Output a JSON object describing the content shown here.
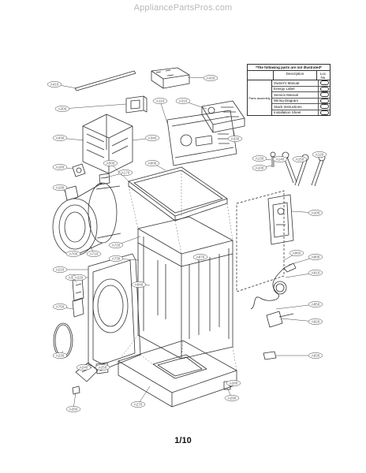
{
  "header": {
    "watermark": "AppliancePartsPros.com"
  },
  "footer": {
    "page_number": "1/10"
  },
  "legend": {
    "title": "*The following parts are not illustrated*",
    "col_description": "Description",
    "col_loc": "Loc. No.",
    "side_label": "Parts assembly",
    "rows": [
      "Owner's Manual",
      "Energy Label",
      "Service Manual",
      "Wiring Diagram",
      "Stack Instructions",
      "Installation Sheet"
    ]
  },
  "callouts": [
    {
      "id": "c1",
      "label": "A410"
    },
    {
      "id": "c2",
      "label": "A420"
    },
    {
      "id": "c3",
      "label": "A300"
    },
    {
      "id": "c4",
      "label": "A430"
    },
    {
      "id": "c5",
      "label": "A110"
    },
    {
      "id": "c6",
      "label": "A340"
    },
    {
      "id": "c7",
      "label": "A310"
    },
    {
      "id": "c8",
      "label": "A330"
    },
    {
      "id": "c9",
      "label": "A130"
    },
    {
      "id": "c10",
      "label": "A100"
    },
    {
      "id": "c11",
      "label": "A140"
    },
    {
      "id": "c12",
      "label": "A150"
    },
    {
      "id": "c13",
      "label": "A120"
    },
    {
      "id": "c14",
      "label": "A200"
    },
    {
      "id": "c15",
      "label": "A160"
    },
    {
      "id": "c16",
      "label": "A170"
    },
    {
      "id": "c17",
      "label": "A180"
    },
    {
      "id": "c18",
      "label": "A500"
    },
    {
      "id": "c19",
      "label": "A600"
    },
    {
      "id": "c20",
      "label": "A700"
    },
    {
      "id": "c21",
      "label": "A710"
    },
    {
      "id": "c22",
      "label": "A720"
    },
    {
      "id": "c23",
      "label": "A730"
    },
    {
      "id": "c24",
      "label": "A740"
    },
    {
      "id": "c25",
      "label": "A750"
    },
    {
      "id": "c26",
      "label": "A210"
    },
    {
      "id": "c27",
      "label": "A220"
    },
    {
      "id": "c28",
      "label": "A230"
    },
    {
      "id": "c29",
      "label": "A240"
    },
    {
      "id": "c30",
      "label": "A250"
    },
    {
      "id": "c31",
      "label": "A260"
    },
    {
      "id": "c32",
      "label": "A270"
    },
    {
      "id": "c33",
      "label": "A280"
    },
    {
      "id": "c34",
      "label": "A290"
    },
    {
      "id": "c35",
      "label": "A800"
    },
    {
      "id": "c36",
      "label": "A810"
    },
    {
      "id": "c37",
      "label": "A820"
    },
    {
      "id": "c38",
      "label": "A830"
    },
    {
      "id": "c39",
      "label": "A840"
    },
    {
      "id": "c40",
      "label": "A850"
    },
    {
      "id": "c41",
      "label": "A860"
    },
    {
      "id": "c42",
      "label": "A870"
    }
  ]
}
